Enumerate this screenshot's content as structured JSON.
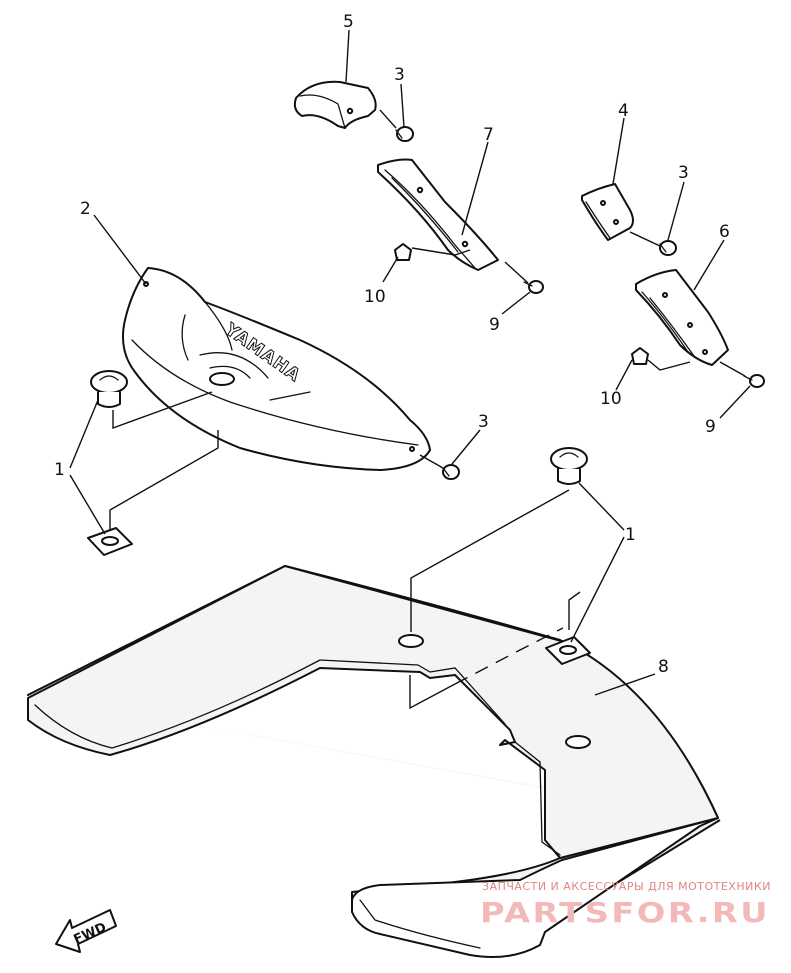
{
  "diagram": {
    "callouts": [
      {
        "id": "c5",
        "text": "5"
      },
      {
        "id": "c3a",
        "text": "3"
      },
      {
        "id": "c7",
        "text": "7"
      },
      {
        "id": "c4",
        "text": "4"
      },
      {
        "id": "c3b",
        "text": "3"
      },
      {
        "id": "c6",
        "text": "6"
      },
      {
        "id": "c2",
        "text": "2"
      },
      {
        "id": "c10a",
        "text": "10"
      },
      {
        "id": "c9a",
        "text": "9"
      },
      {
        "id": "c10b",
        "text": "10"
      },
      {
        "id": "c9b",
        "text": "9"
      },
      {
        "id": "c3c",
        "text": "3"
      },
      {
        "id": "c1a",
        "text": "1"
      },
      {
        "id": "c1b",
        "text": "1"
      },
      {
        "id": "c8",
        "text": "8"
      }
    ],
    "brand_text": "YAMAHA",
    "direction_label": "FWD"
  },
  "watermark": {
    "top_line": "ЗАПЧАСТИ И АКСЕССУАРЫ ДЛЯ МОТОТЕХНИКИ",
    "site": "PARTSFOR.RU"
  },
  "colors": {
    "line": "#111111",
    "watermark_light": "#f3b9b9",
    "watermark_dark": "#e08585"
  }
}
